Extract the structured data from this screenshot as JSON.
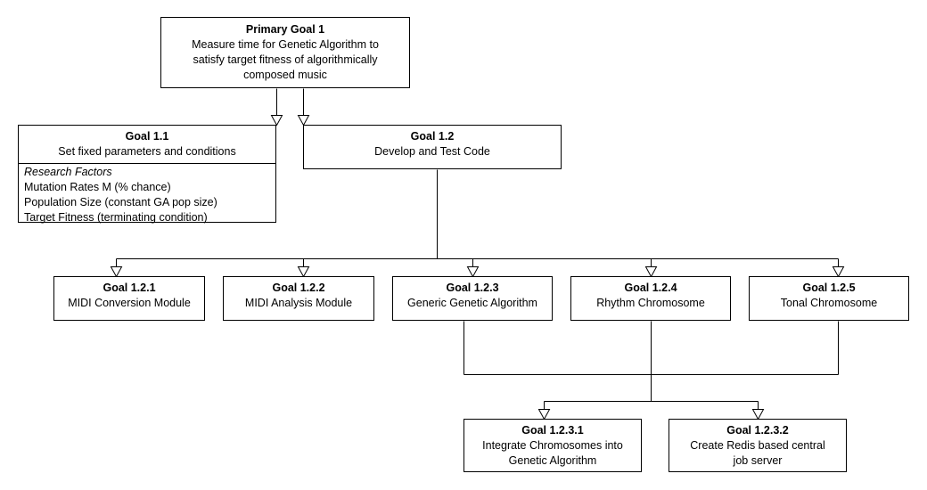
{
  "primary": {
    "title": "Primary Goal 1",
    "lines": [
      "Measure time for Genetic Algorithm to",
      "satisfy target fitness of algorithmically",
      "composed music"
    ]
  },
  "goal_1_1": {
    "title": "Goal 1.1",
    "desc": "Set fixed parameters and conditions",
    "factors_heading": "Research Factors",
    "factors": [
      "Mutation Rates M (% chance)",
      "Population Size (constant GA pop size)",
      "Target Fitness (terminating condition)"
    ]
  },
  "goal_1_2": {
    "title": "Goal 1.2",
    "desc": "Develop and Test Code"
  },
  "subgoals": [
    {
      "title": "Goal 1.2.1",
      "desc": "MIDI Conversion Module"
    },
    {
      "title": "Goal 1.2.2",
      "desc": "MIDI Analysis Module"
    },
    {
      "title": "Goal 1.2.3",
      "desc": "Generic Genetic Algorithm"
    },
    {
      "title": "Goal 1.2.4",
      "desc": "Rhythm Chromosome"
    },
    {
      "title": "Goal 1.2.5",
      "desc": "Tonal Chromosome"
    }
  ],
  "leaves": [
    {
      "title": "Goal 1.2.3.1",
      "lines": [
        "Integrate Chromosomes into",
        "Genetic Algorithm"
      ]
    },
    {
      "title": "Goal 1.2.3.2",
      "lines": [
        "Create Redis based central",
        "job server"
      ]
    }
  ]
}
